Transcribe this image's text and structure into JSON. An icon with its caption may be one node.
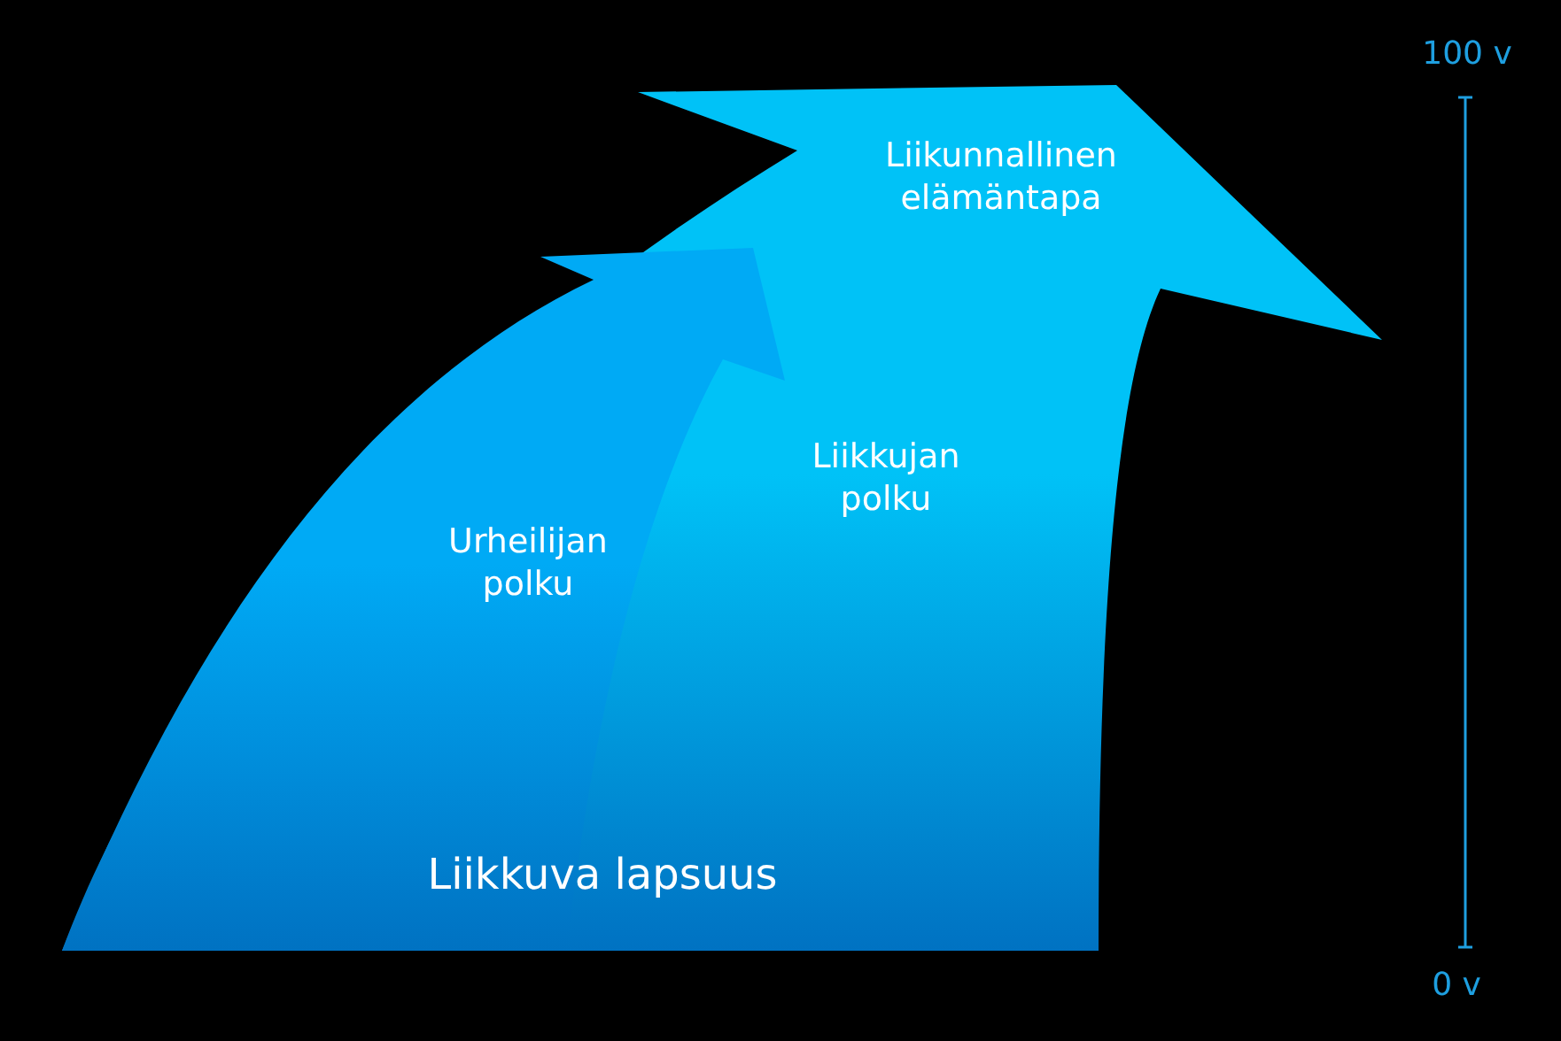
{
  "diagram": {
    "nodes": [
      {
        "text": [
          "Liikunnallinen elämäntapa",
          "Liikkujan polku",
          "Liikkuva lapsuus"
        ]
      },
      {
        "text": [
          "Urheilijan polku"
        ],
        "in": 0
      }
    ],
    "edges": [],
    "labels": [
      "100 v",
      "0 v"
    ]
  }
}
